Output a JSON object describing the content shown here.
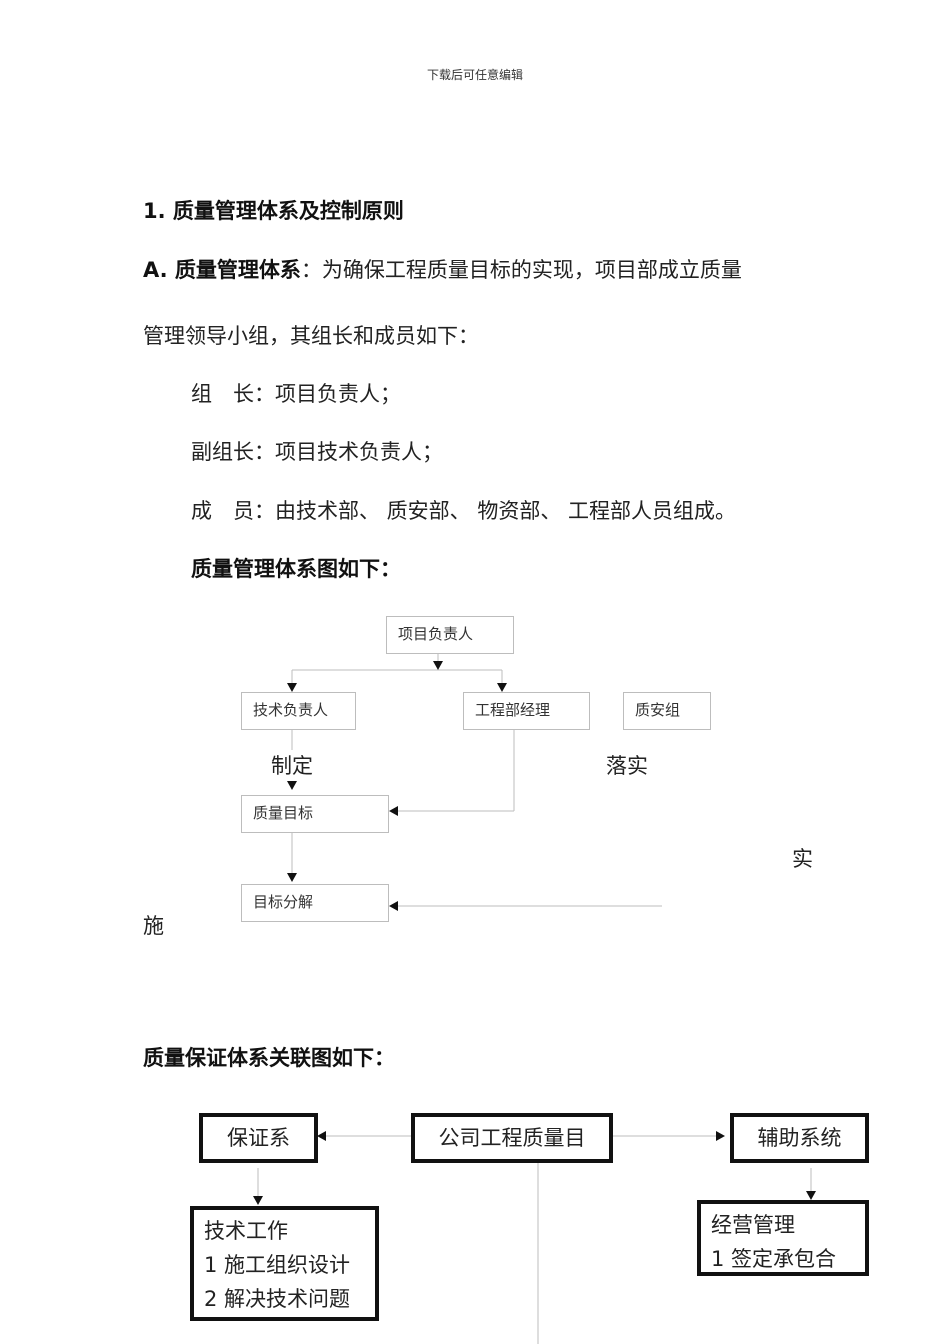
{
  "header": {
    "text": "下载后可任意编辑"
  },
  "section": {
    "title": "1. 质量管理体系及控制原则",
    "para_a_bold": "A. 质量管理体系",
    "para_a_text": "：为确保工程质量目标的实现，项目部成立质量",
    "para_a_cont": "管理领导小组，其组长和成员如下：",
    "members": [
      {
        "role": "组　长：",
        "value": "项目负责人；"
      },
      {
        "role": "副组长：",
        "value": "项目技术负责人；"
      },
      {
        "role": "成　员：",
        "value": "由技术部、 质安部、 物资部、 工程部人员组成。"
      }
    ],
    "diagram1_caption": "质量管理体系图如下：",
    "diagram2_caption": "质量保证体系关联图如下："
  },
  "diagram1": {
    "nodes": {
      "root": "项目负责人",
      "tech": "技术负责人",
      "eng": "工程部经理",
      "safety": "质安组",
      "goal": "质量目标",
      "decompose": "目标分解"
    },
    "labels": {
      "formulate": "制定",
      "implement": "落实",
      "shi": "实",
      "shi2": "施"
    }
  },
  "diagram2": {
    "nodes": {
      "center": "公司工程质量目",
      "left": "保证系",
      "right": "辅助系统",
      "tech_work": {
        "title": "技术工作",
        "items": [
          "1 施工组织设计",
          "2 解决技术问题"
        ]
      },
      "biz_mgmt": {
        "title": "经营管理",
        "items": [
          "1 签定承包合"
        ]
      }
    }
  }
}
